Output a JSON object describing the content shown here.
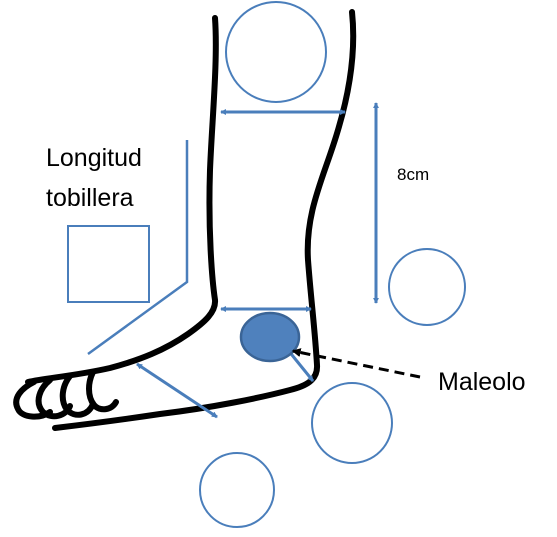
{
  "labels": {
    "longitud": "Longitud",
    "tobillera": "tobillera",
    "distance": "8cm",
    "maleolo": "Maleolo"
  },
  "colors": {
    "outline": "#000000",
    "accent": "#4a7ebb",
    "malleolus_fill": "#4f81bd",
    "malleolus_stroke": "#3a6496",
    "pointer": "#000000",
    "background": "#ffffff"
  },
  "icons": {
    "pointer_head": "arrowhead"
  }
}
